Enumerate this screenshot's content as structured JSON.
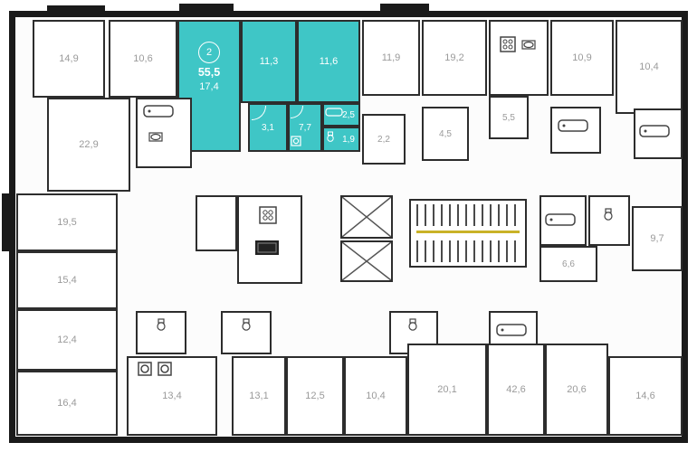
{
  "colors": {
    "highlight": "#3FC6C6",
    "wall": "#1A1A1A",
    "room_label": "#9A9A9A",
    "stair_rail": "#C9B227"
  },
  "apartment": {
    "badge": "2",
    "total_area": "55,5",
    "rooms": [
      "17,4",
      "11,3",
      "11,6",
      "3,1",
      "7,7",
      "2,5",
      "1,9"
    ]
  },
  "rooms": [
    "14,9",
    "10,6",
    "11,9",
    "19,2",
    "10,9",
    "10,4",
    "22,9",
    "19,5",
    "15,4",
    "12,4",
    "16,4",
    "2,2",
    "4,5",
    "5,5",
    "9,7",
    "6,6",
    "13,4",
    "13,1",
    "12,5",
    "10,4",
    "20,1",
    "42,6",
    "20,6",
    "14,6"
  ],
  "icons": [
    "bathtub-icon",
    "sink-icon",
    "stove-icon",
    "toilet-icon",
    "washer-icon",
    "tv-icon",
    "elevator-icon",
    "staircase"
  ]
}
